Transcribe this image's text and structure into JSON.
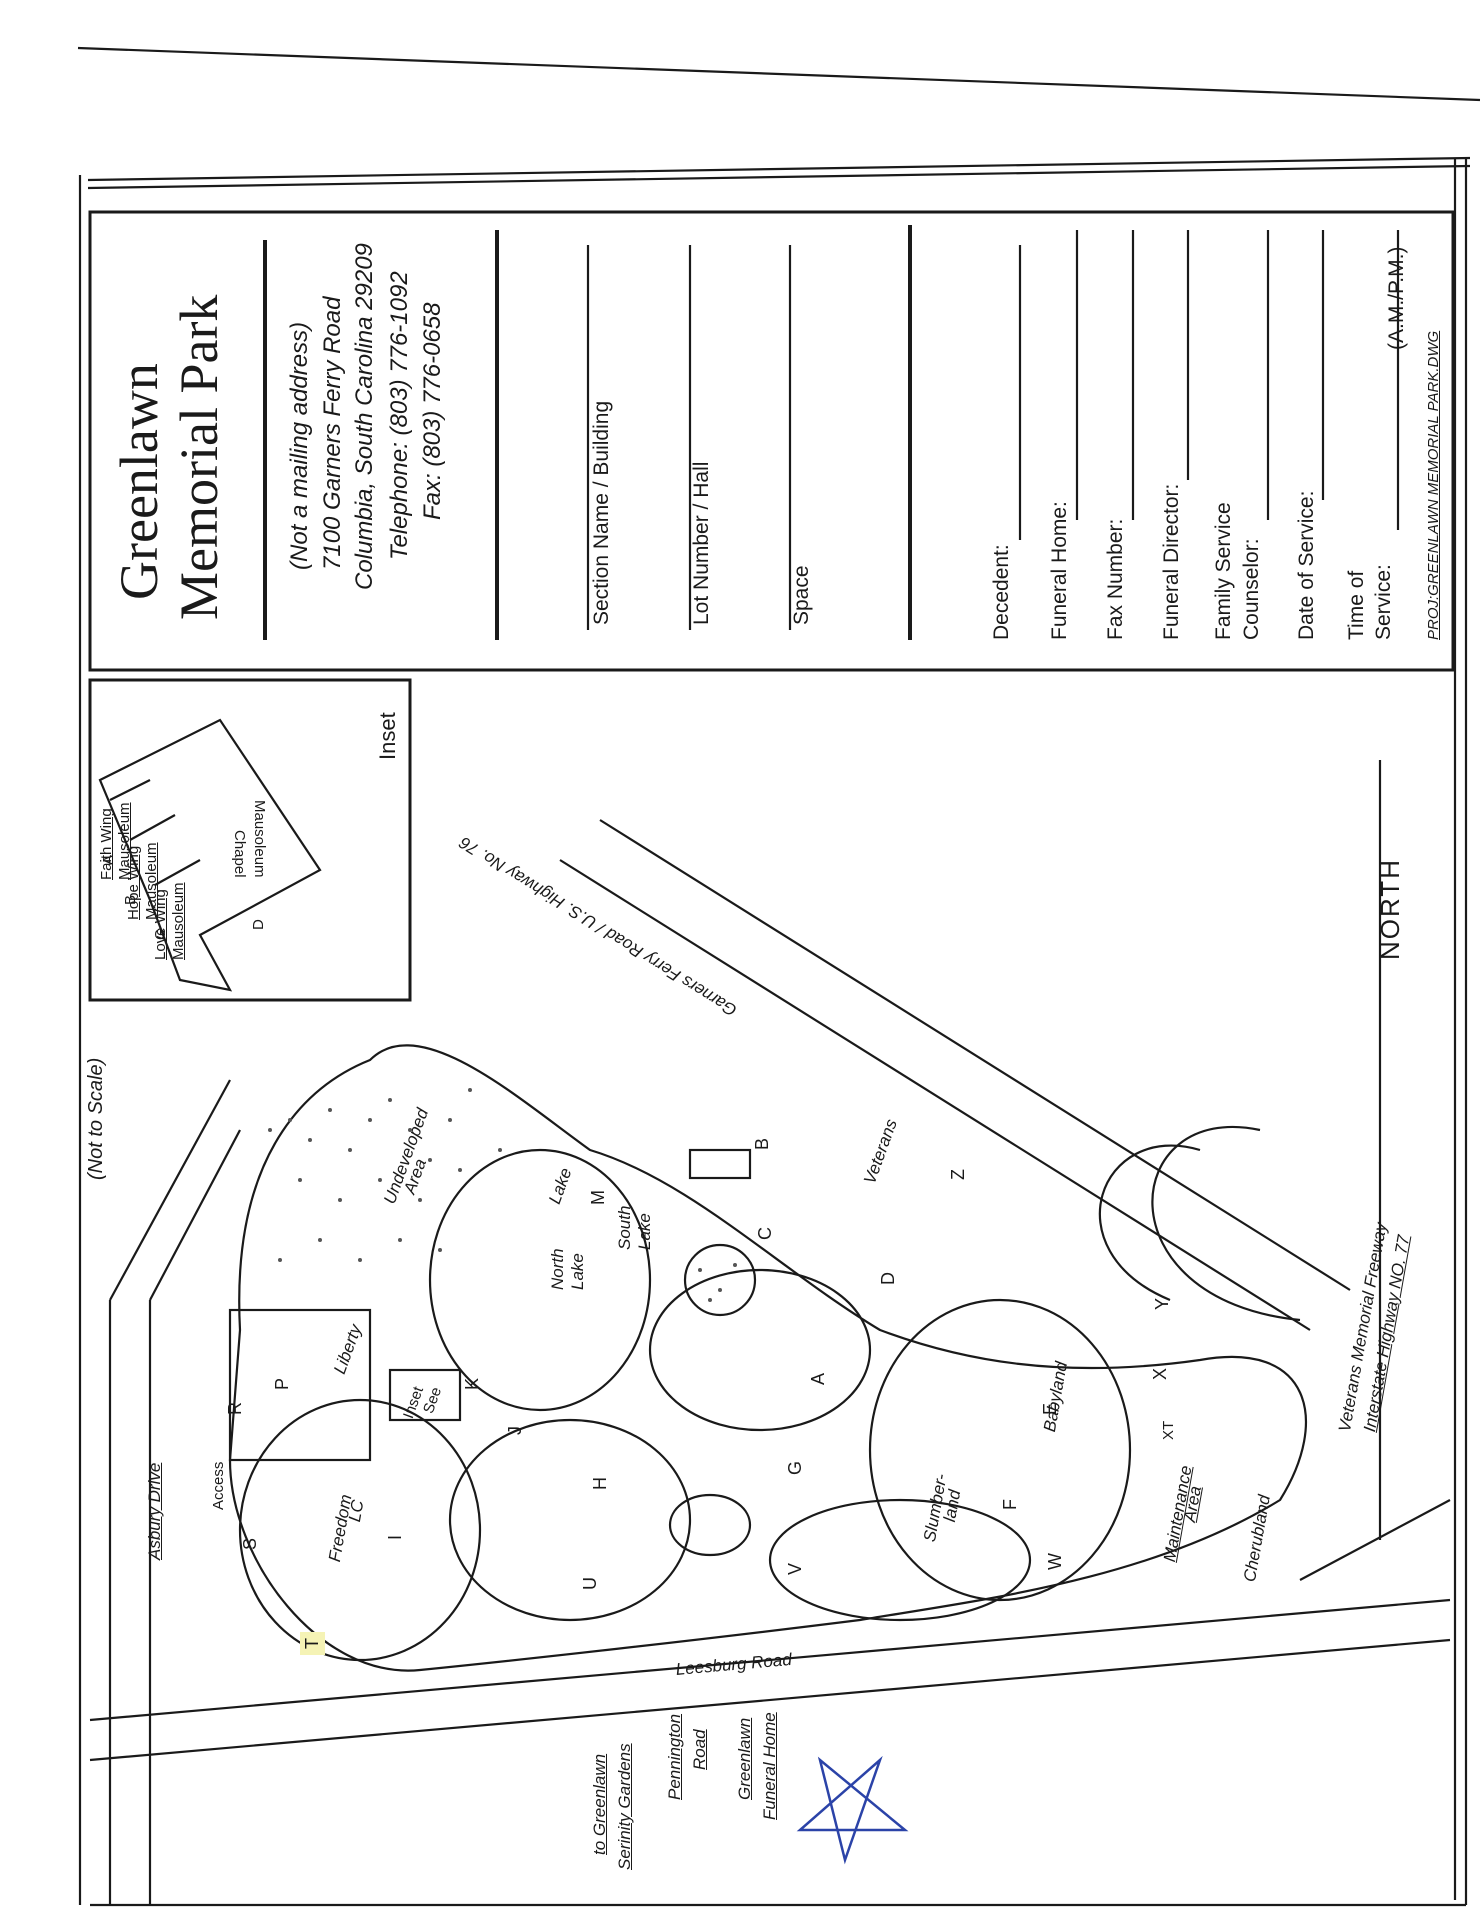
{
  "title": {
    "line1": "Greenlawn",
    "line2": "Memorial Park"
  },
  "address": {
    "note": "(Not a mailing address)",
    "street": "7100 Garners Ferry Road",
    "city": "Columbia, South Carolina 29209",
    "telephone": "Telephone: (803) 776-1092",
    "fax": "Fax: (803) 776-0658"
  },
  "location_fields": {
    "section": "Section Name / Building",
    "lot": "Lot Number / Hall",
    "space": "Space"
  },
  "service_fields": {
    "decedent": "Decedent:",
    "funeral_home": "Funeral Home:",
    "fax_number": "Fax Number:",
    "funeral_director": "Funeral Director:",
    "family_counselor_line1": "Family Service",
    "family_counselor_line2": "Counselor:",
    "date_of_service": "Date of Service:",
    "time_line1": "Time of",
    "time_line2": "Service:",
    "am_pm": "(A.M./P.M.)"
  },
  "drawing_ref": "PROJ:GREENLAWN MEMORIAL PARK.DWG",
  "map": {
    "scale_note": "(Not to Scale)",
    "north": "NORTH",
    "inset_label": "Inset",
    "inset": {
      "faith": [
        "Faith Wing",
        "Mausoleum"
      ],
      "hope": [
        "Hope Wing",
        "Mausoleum"
      ],
      "love": [
        "Love Wing",
        "Mausoleum"
      ],
      "chapel": [
        "Chapel",
        "Mausoleum"
      ],
      "letters": [
        "A",
        "B",
        "C",
        "D"
      ]
    },
    "roads": {
      "asbury": "Asbury Drive",
      "leesburg": "Leesburg Road",
      "garners": "Garners Ferry Road / U.S. Highway No. 76",
      "freeway1": "Veterans Memorial Freeway",
      "freeway2": "Interstate Highway NO. 77",
      "pennington1": "Pennington",
      "pennington2": "Road"
    },
    "places": {
      "serinity1": "to Greenlawn",
      "serinity2": "Serinity Gardens",
      "funeral1": "Greenlawn",
      "funeral2": "Funeral Home",
      "north_lake1": "North",
      "north_lake2": "Lake",
      "south_lake1": "South",
      "south_lake2": "Lake",
      "lake": "Lake",
      "undeveloped1": "Undeveloped",
      "undeveloped2": "Area",
      "liberty": "Liberty",
      "inset_small1": "Inset",
      "inset_small2": "See",
      "freedom1": "Freedom",
      "freedom2": "LC",
      "veterans": "Veterans",
      "babyland": "Babyland",
      "slumberland1": "Slumber-",
      "slumberland2": "land",
      "maintenance1": "Maintenance",
      "maintenance2": "Area",
      "cherubland": "Cherubland",
      "access": "Access",
      "xt": "XT"
    },
    "sections": [
      "R",
      "P",
      "S",
      "T",
      "I",
      "H",
      "U",
      "J",
      "K",
      "M",
      "B",
      "C",
      "D",
      "Z",
      "A",
      "G",
      "V",
      "E",
      "F",
      "W",
      "Y",
      "X"
    ]
  },
  "colors": {
    "ink": "#1a1a1a",
    "handwriting": "#2b43a8",
    "highlight": "#f5f3b5"
  }
}
